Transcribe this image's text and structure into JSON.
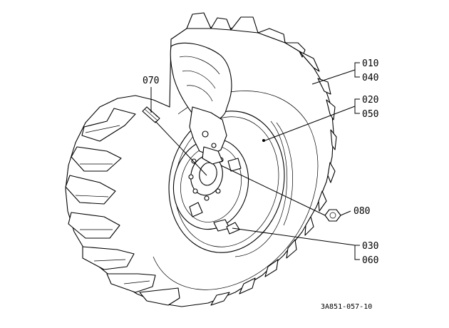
{
  "labels": {
    "l010": "010",
    "l040": "040",
    "l020": "020",
    "l050": "050",
    "l070": "070",
    "l080": "080",
    "l030": "030",
    "l060": "060"
  },
  "drawing_code": "3A851-057-10"
}
